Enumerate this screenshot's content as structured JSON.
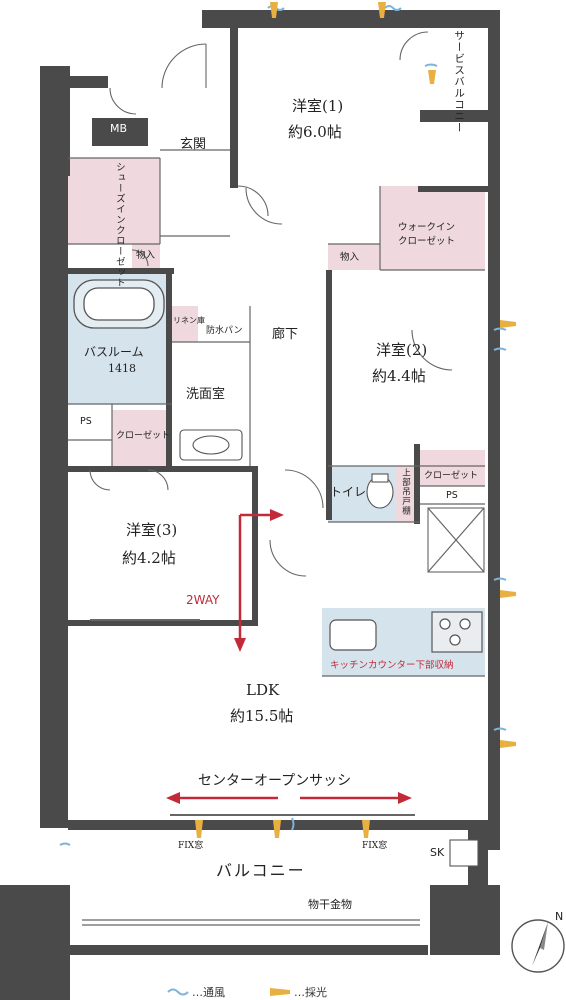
{
  "rooms": {
    "western1": {
      "name": "洋室(1)",
      "size": "約6.0帖"
    },
    "western2": {
      "name": "洋室(2)",
      "size": "約4.4帖"
    },
    "western3": {
      "name": "洋室(3)",
      "size": "約4.2帖"
    },
    "ldk": {
      "name": "LDK",
      "size": "約15.5帖"
    }
  },
  "labels": {
    "service_balcony": "サービスバルコニー",
    "mb": "MB",
    "entrance": "玄関",
    "shoes_closet": "シューズインクローゼット",
    "walkin_closet_1": "ウォークイン",
    "walkin_closet_2": "クローゼット",
    "storage": "物入",
    "linen": "リネン庫",
    "waterproof_pan": "防水パン",
    "bathroom": "バスルーム",
    "bathroom_size": "1418",
    "hallway": "廊下",
    "washroom": "洗面室",
    "ps": "PS",
    "closet": "クローゼット",
    "toilet": "トイレ",
    "upper_shelf": "上部吊戸棚",
    "two_way": "2WAY",
    "kitchen_storage": "キッチンカウンター下部収納",
    "center_sash": "センターオープンサッシ",
    "fix_window": "FIX窓",
    "balcony": "バルコニー",
    "sk": "SK",
    "drying_rack": "物干金物",
    "compass_n": "N"
  },
  "legend": {
    "wind": "…通風",
    "light": "…採光"
  },
  "colors": {
    "wall": "#4a4a4a",
    "storage_fill": "#efd9de",
    "wet_fill": "#d5e3ec",
    "arrow_red": "#c22a3a",
    "wind_blue": "#7fb4d9",
    "light_orange": "#e8b040"
  }
}
